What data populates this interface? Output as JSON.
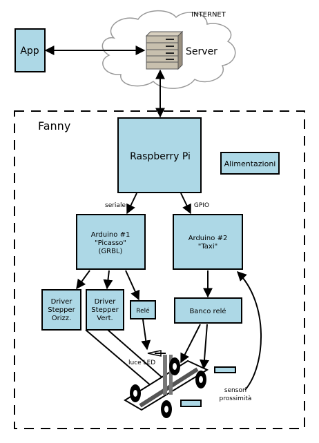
{
  "internet_label": "INTERNET",
  "app_label": "App",
  "server_label": "Server",
  "fanny_label": "Fanny",
  "raspberry_label": "Raspberry Pi",
  "alimentazioni_label": "Alimentazioni",
  "seriale_label": "seriale",
  "gpio_label": "GPIO",
  "arduino1": {
    "line1": "Arduino #1",
    "line2": "\"Picasso\"",
    "line3": "(GRBL)"
  },
  "arduino2": {
    "line1": "Arduino #2",
    "line2": "\"Taxi\""
  },
  "driver_orizz": {
    "line1": "Driver",
    "line2": "Stepper",
    "line3": "Orizz."
  },
  "driver_vert": {
    "line1": "Driver",
    "line2": "Stepper",
    "line3": "Vert."
  },
  "rele_label": "Relé",
  "banco_rele_label": "Banco relé",
  "luce_led_label": "luce LED",
  "sensori_line1": "sensori",
  "sensori_line2": "prossimità",
  "colors": {
    "box_fill": "#add8e6",
    "stroke": "#000000",
    "cloud_fill": "#ffffff"
  }
}
